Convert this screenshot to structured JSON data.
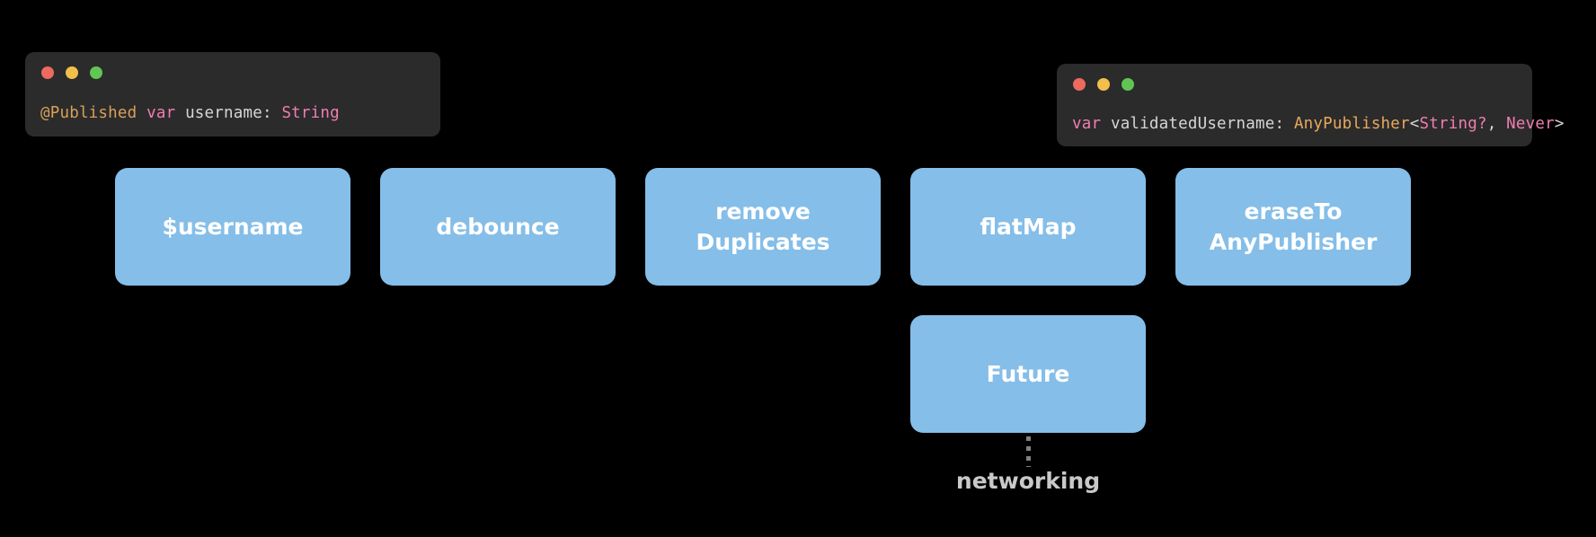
{
  "background_color": "#000000",
  "accent_color": "#85bee8",
  "code_windows": [
    {
      "id": "published-username-window",
      "traffic_lights": [
        "close-button",
        "minimize-button",
        "maximize-button"
      ],
      "colors": {
        "close": "#ec6a5e",
        "minimize": "#f2bf4b",
        "maximize": "#61c554"
      },
      "background": "#2b2b2b",
      "code": {
        "full_text": "@Published var username: String",
        "tokens": [
          {
            "text": "@Published",
            "kind": "attribute",
            "color": "#d9a05b"
          },
          {
            "text": " ",
            "kind": "space"
          },
          {
            "text": "var",
            "kind": "keyword",
            "color": "#f07eb0"
          },
          {
            "text": " username: ",
            "kind": "plain",
            "color": "#d6d6d6"
          },
          {
            "text": "String",
            "kind": "type",
            "color": "#f07eb0"
          }
        ]
      }
    },
    {
      "id": "validated-username-window",
      "traffic_lights": [
        "close-button",
        "minimize-button",
        "maximize-button"
      ],
      "colors": {
        "close": "#ec6a5e",
        "minimize": "#f2bf4b",
        "maximize": "#61c554"
      },
      "background": "#2b2b2b",
      "code": {
        "full_text": "var validatedUsername: AnyPublisher<String?, Never>",
        "tokens": [
          {
            "text": "var",
            "kind": "keyword",
            "color": "#f07eb0"
          },
          {
            "text": " validatedUsername: ",
            "kind": "plain",
            "color": "#d6d6d6"
          },
          {
            "text": "AnyPublisher",
            "kind": "generic-type",
            "color": "#e8a95e"
          },
          {
            "text": "<",
            "kind": "punct",
            "color": "#d6d6d6"
          },
          {
            "text": "String?",
            "kind": "type",
            "color": "#f07eb0"
          },
          {
            "text": ", ",
            "kind": "punct",
            "color": "#d6d6d6"
          },
          {
            "text": "Never",
            "kind": "type",
            "color": "#f07eb0"
          },
          {
            "text": ">",
            "kind": "punct",
            "color": "#d6d6d6"
          }
        ]
      }
    }
  ],
  "pipeline": {
    "nodes": [
      {
        "id": "username-publisher",
        "label": "$username",
        "line1": "$username",
        "line2": "",
        "row": 1,
        "col": 1
      },
      {
        "id": "debounce",
        "label": "debounce",
        "line1": "debounce",
        "line2": "",
        "row": 1,
        "col": 2
      },
      {
        "id": "remove-duplicates",
        "label": "remove Duplicates",
        "line1": "remove",
        "line2": "Duplicates",
        "row": 1,
        "col": 3
      },
      {
        "id": "flatmap",
        "label": "flatMap",
        "line1": "flatMap",
        "line2": "",
        "row": 1,
        "col": 4
      },
      {
        "id": "erase-to-any-publisher",
        "label": "eraseTo AnyPublisher",
        "line1": "eraseTo",
        "line2": "AnyPublisher",
        "row": 1,
        "col": 5
      },
      {
        "id": "future",
        "label": "Future",
        "line1": "Future",
        "line2": "",
        "row": 2,
        "col": 4
      }
    ],
    "annotation": {
      "label": "networking",
      "attached_to": "future",
      "connector": "vertical-dotted-line",
      "connector_color": "#808080",
      "text_color": "#c9c9c9"
    }
  }
}
